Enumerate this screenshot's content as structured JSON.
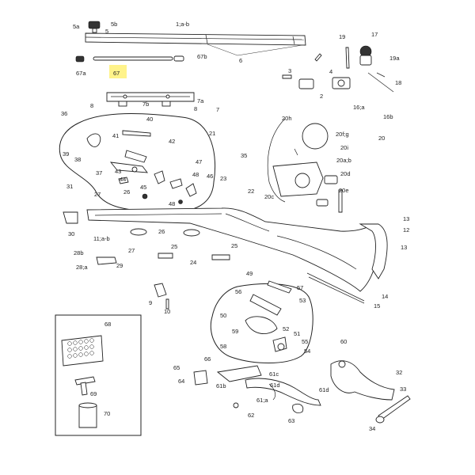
{
  "accent_color": "#fff38a",
  "highlighted_part": "67",
  "callouts": {
    "p1ab": "1;a-b",
    "p2": "2",
    "p3": "3",
    "p4": "4",
    "p5": "5",
    "p5a": "5a",
    "p5b": "5b",
    "p6": "6",
    "p7": "7",
    "p7a": "7a",
    "p7b": "7b",
    "p8a": "8",
    "p8b": "8",
    "p9": "9",
    "p10": "10",
    "p11ab": "11;a-b",
    "p12": "12",
    "p13a": "13",
    "p13b": "13",
    "p14": "14",
    "p15": "15",
    "p16a": "16;a",
    "p16b": "16b",
    "p17": "17",
    "p18": "18",
    "p19": "19",
    "p19a": "19a",
    "p20": "20",
    "p20h": "20h",
    "p20fg": "20f;g",
    "p20i": "20i",
    "p20ab": "20a;b",
    "p20d": "20d",
    "p20c": "20c",
    "p20e": "20e",
    "p21": "21",
    "p22": "22",
    "p23": "23",
    "p24": "24",
    "p25a": "25",
    "p25b": "25",
    "p26a": "26",
    "p26b": "26",
    "p27a": "27",
    "p27b": "27",
    "p28a": "28;a",
    "p28b": "28b",
    "p29": "29",
    "p30": "30",
    "p31": "31",
    "p32": "32",
    "p33": "33",
    "p34": "34",
    "p35": "35",
    "p36": "36",
    "p37": "37",
    "p38": "38",
    "p39": "39",
    "p40": "40",
    "p41": "41",
    "p42": "42",
    "p43": "43",
    "p44": "44",
    "p45": "45",
    "p46": "46",
    "p47": "47",
    "p48a": "48",
    "p48b": "48",
    "p49": "49",
    "p50": "50",
    "p51": "51",
    "p52": "52",
    "p53": "53",
    "p54": "54",
    "p55": "55",
    "p56": "56",
    "p57": "57",
    "p58": "58",
    "p59": "59",
    "p60": "60",
    "p61b": "61b",
    "p61c": "61c",
    "p61d": "61d",
    "p61d2": "61d",
    "p61a": "61;a",
    "p62": "62",
    "p63": "63",
    "p64": "64",
    "p65": "65",
    "p66": "66",
    "p67": "67",
    "p67a": "67a",
    "p67b": "67b",
    "p68": "68",
    "p69": "69",
    "p70": "70"
  }
}
